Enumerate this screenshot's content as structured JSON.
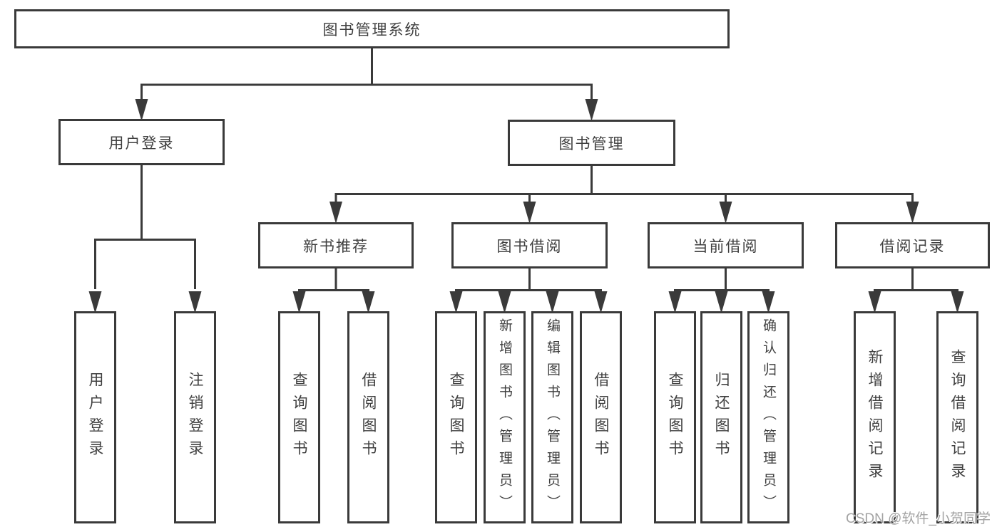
{
  "diagram": {
    "root": {
      "label": "图书管理系统"
    },
    "level2": [
      {
        "label": "用户登录"
      },
      {
        "label": "图书管理"
      }
    ],
    "level3": [
      {
        "label": "新书推荐"
      },
      {
        "label": "图书借阅"
      },
      {
        "label": "当前借阅"
      },
      {
        "label": "借阅记录"
      }
    ],
    "leaf_groups": [
      {
        "parent": "用户登录",
        "items": [
          {
            "label": "用户登录"
          },
          {
            "label": "注销登录"
          }
        ]
      },
      {
        "parent": "新书推荐",
        "items": [
          {
            "label": "查询图书"
          },
          {
            "label": "借阅图书"
          }
        ]
      },
      {
        "parent": "图书借阅",
        "items": [
          {
            "label": "查询图书"
          },
          {
            "label": "新增图书（管理员）"
          },
          {
            "label": "编辑图书（管理员）"
          },
          {
            "label": "借阅图书"
          }
        ]
      },
      {
        "parent": "当前借阅",
        "items": [
          {
            "label": "查询图书"
          },
          {
            "label": "归还图书"
          },
          {
            "label": "确认归还（管理员）"
          }
        ]
      },
      {
        "parent": "借阅记录",
        "items": [
          {
            "label": "新增借阅记录"
          },
          {
            "label": "查询借阅记录"
          }
        ]
      }
    ],
    "watermark": "CSDN @软件_小贺同学",
    "colors": {
      "line": "#3a3a3a",
      "text": "#3f3f3f",
      "background": "#ffffff",
      "watermark": "#a3a3a3"
    }
  }
}
